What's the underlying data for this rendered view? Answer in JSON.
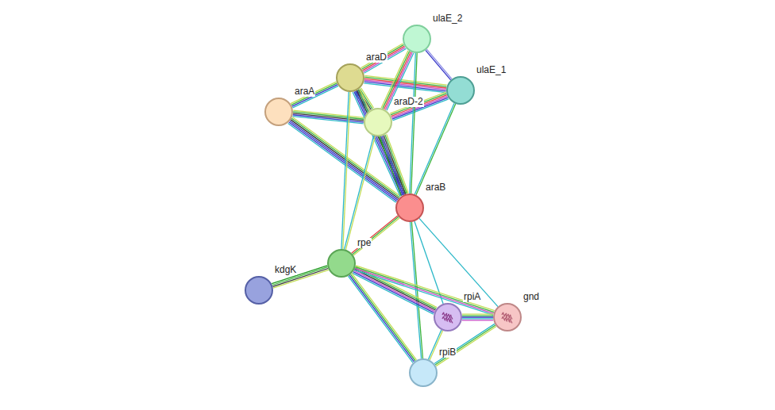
{
  "diagram": {
    "nodes": [
      {
        "text": [
          "ulaE_2"
        ]
      },
      {
        "text": [
          "araD"
        ]
      },
      {
        "text": [
          "araA"
        ]
      },
      {
        "text": [
          "ulaE_1"
        ]
      },
      {
        "text": [
          "araD-2"
        ]
      },
      {
        "text": [
          "araB"
        ]
      },
      {
        "text": [
          "rpe"
        ]
      },
      {
        "text": [
          "kdgK"
        ]
      },
      {
        "text": [
          "rpiA"
        ]
      },
      {
        "text": [
          "gnd"
        ]
      },
      {
        "text": [
          "rpiB"
        ]
      }
    ],
    "edges": [
      {
        "from": 2,
        "to": 1,
        "arrow": "none"
      },
      {
        "from": 2,
        "to": 4,
        "arrow": "none"
      },
      {
        "from": 2,
        "to": 5,
        "arrow": "none"
      },
      {
        "from": 1,
        "to": 4,
        "arrow": "none"
      },
      {
        "from": 1,
        "to": 0,
        "arrow": "none"
      },
      {
        "from": 1,
        "to": 3,
        "arrow": "none"
      },
      {
        "from": 1,
        "to": 5,
        "arrow": "none"
      },
      {
        "from": 1,
        "to": 6,
        "arrow": "none"
      },
      {
        "from": 4,
        "to": 0,
        "arrow": "none"
      },
      {
        "from": 4,
        "to": 3,
        "arrow": "none"
      },
      {
        "from": 4,
        "to": 5,
        "arrow": "none"
      },
      {
        "from": 4,
        "to": 6,
        "arrow": "none"
      },
      {
        "from": 0,
        "to": 3,
        "arrow": "none"
      },
      {
        "from": 0,
        "to": 5,
        "arrow": "none"
      },
      {
        "from": 3,
        "to": 5,
        "arrow": "none"
      },
      {
        "from": 5,
        "to": 6,
        "arrow": "none"
      },
      {
        "from": 5,
        "to": 8,
        "arrow": "none"
      },
      {
        "from": 5,
        "to": 9,
        "arrow": "none"
      },
      {
        "from": 5,
        "to": 10,
        "arrow": "none"
      },
      {
        "from": 6,
        "to": 7,
        "arrow": "none"
      },
      {
        "from": 6,
        "to": 8,
        "arrow": "none"
      },
      {
        "from": 6,
        "to": 9,
        "arrow": "none"
      },
      {
        "from": 6,
        "to": 10,
        "arrow": "none"
      },
      {
        "from": 8,
        "to": 9,
        "arrow": "none"
      },
      {
        "from": 8,
        "to": 10,
        "arrow": "none"
      },
      {
        "from": 9,
        "to": 10,
        "arrow": "none"
      }
    ]
  }
}
